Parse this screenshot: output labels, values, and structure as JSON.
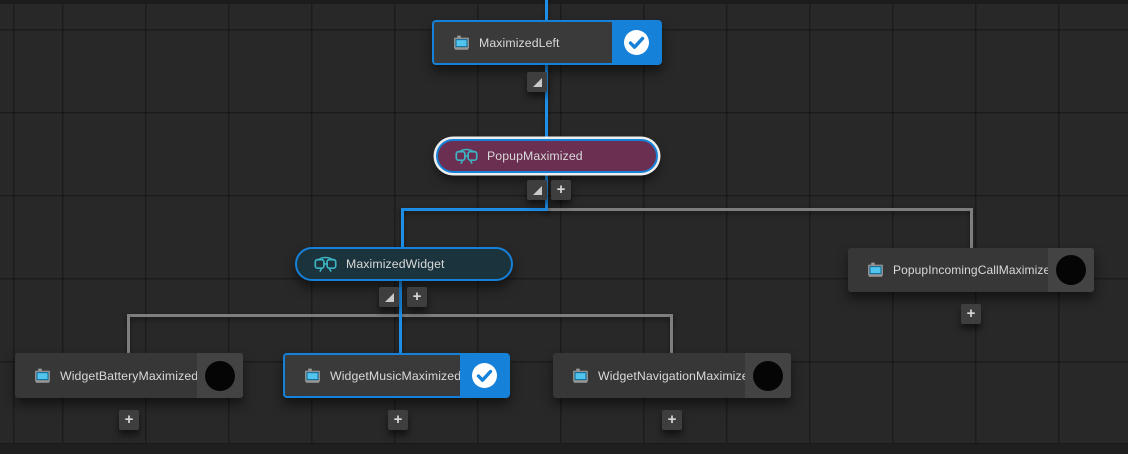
{
  "canvas": {
    "type": "node-graph-editor",
    "background": "#282828",
    "grid_line_color": "#1d1d1d"
  },
  "colors": {
    "accent_blue": "#1581d8",
    "wire_blue": "#1e8fe8",
    "wire_gray": "#7e7e7e",
    "node_body": "#3a3a3a",
    "badge_panel": "#434343",
    "popup_node_fill": "#6b2f52",
    "widget_node_fill": "#1b333c",
    "selection_ring": "#eeeeee",
    "icon_teal": "#3cb4c4",
    "icon_screen_cyan": "#52c5ee",
    "black_dot": "#050505"
  },
  "controls": {
    "plus_glyph": "+"
  },
  "icons": {
    "widget_icon": "widget-blueprint-monitor",
    "popup_icon": "popup-goggles",
    "checked_badge": "white-circle-blue-check",
    "unchecked_badge": "black-circle",
    "collapse_icon": "corner-triangle"
  },
  "nodes": [
    {
      "id": "maximized-left",
      "label": "MaximizedLeft",
      "shape": "rect",
      "badge": "checked",
      "selected": false
    },
    {
      "id": "popup-maximized",
      "label": "PopupMaximized",
      "shape": "pill",
      "variant": "popup",
      "selected": true
    },
    {
      "id": "maximized-widget",
      "label": "MaximizedWidget",
      "shape": "pill",
      "variant": "widget",
      "selected": false
    },
    {
      "id": "popup-incoming-call-maximized",
      "label": "PopupIncomingCallMaximized",
      "shape": "rect",
      "badge": "unchecked",
      "selected": false
    },
    {
      "id": "widget-battery-maximized",
      "label": "WidgetBatteryMaximized",
      "shape": "rect",
      "badge": "unchecked",
      "selected": false
    },
    {
      "id": "widget-music-maximized",
      "label": "WidgetMusicMaximized",
      "shape": "rect",
      "badge": "checked",
      "selected": false
    },
    {
      "id": "widget-navigation-maximized",
      "label": "WidgetNavigationMaximized",
      "shape": "rect",
      "badge": "unchecked",
      "selected": false
    }
  ],
  "edges": [
    {
      "from": "offscreen-parent",
      "to": "maximized-left",
      "color": "blue"
    },
    {
      "from": "maximized-left",
      "to": "popup-maximized",
      "color": "blue"
    },
    {
      "from": "popup-maximized",
      "to": "maximized-widget",
      "color": "blue"
    },
    {
      "from": "popup-maximized",
      "to": "popup-incoming-call-maximized",
      "color": "gray"
    },
    {
      "from": "maximized-widget",
      "to": "widget-battery-maximized",
      "color": "gray"
    },
    {
      "from": "maximized-widget",
      "to": "widget-music-maximized",
      "color": "blue"
    },
    {
      "from": "maximized-widget",
      "to": "widget-navigation-maximized",
      "color": "gray"
    }
  ]
}
